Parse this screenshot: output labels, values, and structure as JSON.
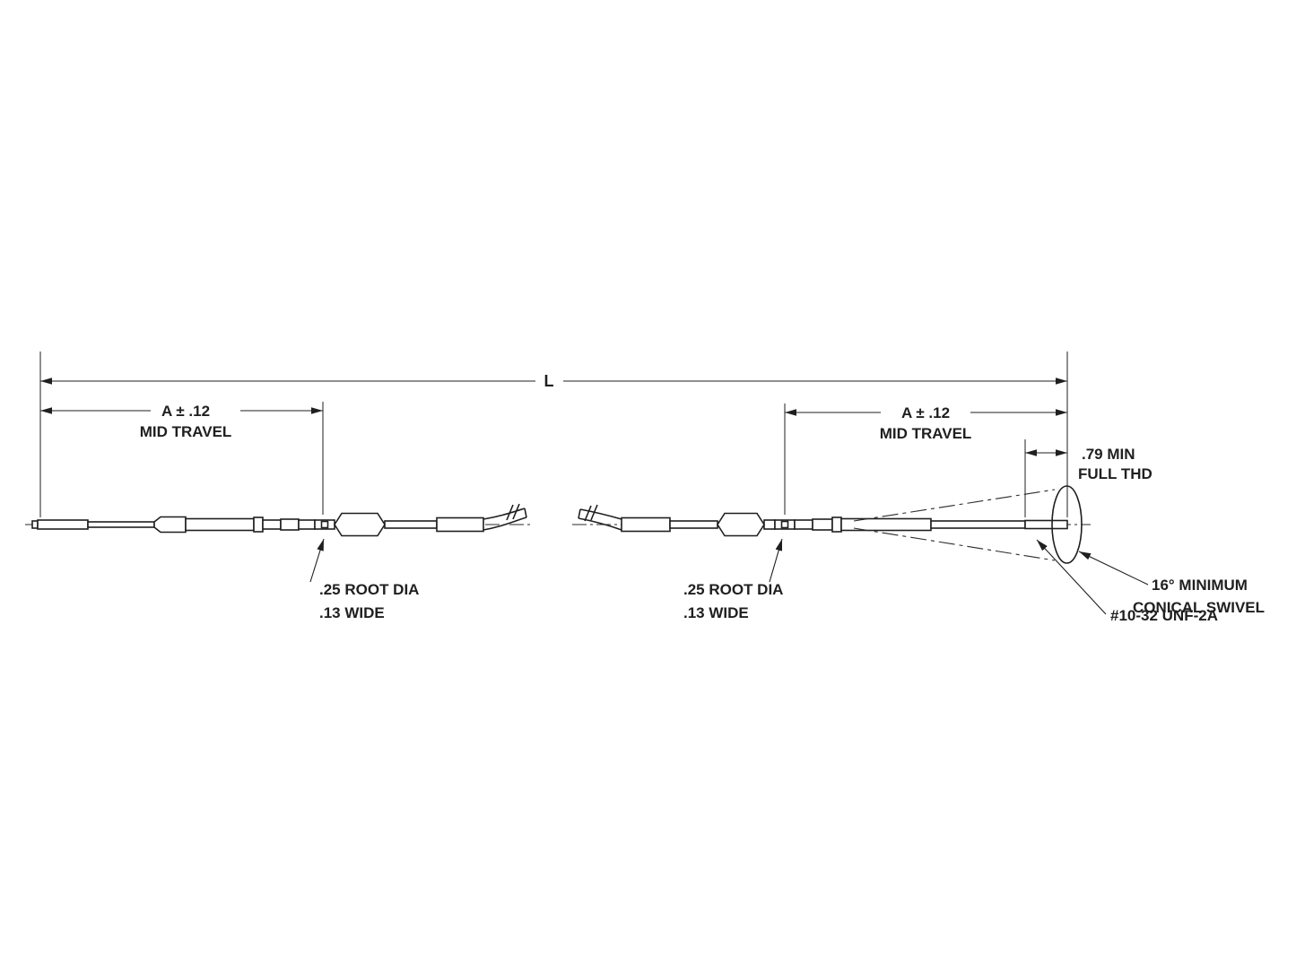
{
  "colors": {
    "line": "#1f1f1f",
    "background": "#ffffff"
  },
  "labels": {
    "overall_length": "L",
    "left_travel_value": "A ± .12",
    "left_travel_caption": "MID TRAVEL",
    "right_travel_value": "A ± .12",
    "right_travel_caption": "MID TRAVEL",
    "full_thread_line1": ".79 MIN",
    "full_thread_line2": "FULL THD",
    "left_groove_line1": ".25 ROOT DIA",
    "left_groove_line2": ".13 WIDE",
    "right_groove_line1": ".25 ROOT DIA",
    "right_groove_line2": ".13 WIDE",
    "thread_spec": "#10-32 UNF-2A",
    "swivel_line1": "16° MINIMUM",
    "swivel_line2": "CONICAL SWIVEL"
  }
}
